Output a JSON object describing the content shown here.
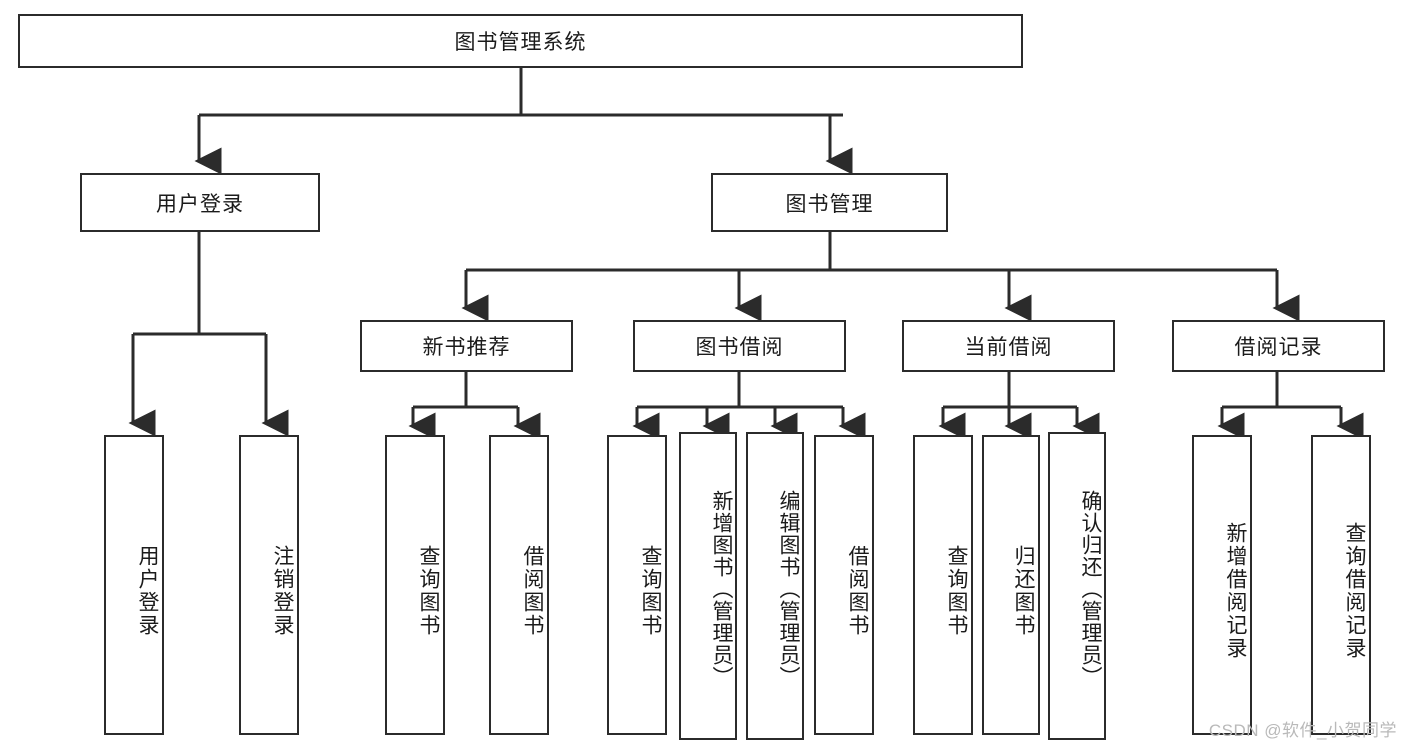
{
  "diagram": {
    "type": "tree-hierarchy-chart",
    "title": "图书管理系统",
    "colors": {
      "box_border": "#2b2b2b",
      "box_fill": "#ffffff",
      "edge": "#2b2b2b",
      "text": "#1b1b1b",
      "watermark": "#b9b9b9",
      "background": "#ffffff"
    },
    "nodes": {
      "root": {
        "label": "图书管理系统",
        "orientation": "horizontal"
      },
      "user_login": {
        "label": "用户登录",
        "orientation": "horizontal"
      },
      "book_manage": {
        "label": "图书管理",
        "orientation": "horizontal"
      },
      "new_book_rec": {
        "label": "新书推荐",
        "orientation": "horizontal"
      },
      "book_borrow": {
        "label": "图书借阅",
        "orientation": "horizontal"
      },
      "current_borrow": {
        "label": "当前借阅",
        "orientation": "horizontal"
      },
      "borrow_record": {
        "label": "借阅记录",
        "orientation": "horizontal"
      },
      "leaf_user_login": {
        "label": "用户登录",
        "orientation": "vertical"
      },
      "leaf_logout": {
        "label": "注销登录",
        "orientation": "vertical"
      },
      "leaf_query_book_1": {
        "label": "查询图书",
        "orientation": "vertical"
      },
      "leaf_borrow_book_1": {
        "label": "借阅图书",
        "orientation": "vertical"
      },
      "leaf_query_book_2": {
        "label": "查询图书",
        "orientation": "vertical"
      },
      "leaf_add_book": {
        "label": "新增图书（管理员）",
        "orientation": "vertical"
      },
      "leaf_edit_book": {
        "label": "编辑图书（管理员）",
        "orientation": "vertical"
      },
      "leaf_borrow_book_2": {
        "label": "借阅图书",
        "orientation": "vertical"
      },
      "leaf_query_book_3": {
        "label": "查询图书",
        "orientation": "vertical"
      },
      "leaf_return_book": {
        "label": "归还图书",
        "orientation": "vertical"
      },
      "leaf_confirm_return": {
        "label": "确认归还（管理员）",
        "orientation": "vertical"
      },
      "leaf_add_record": {
        "label": "新增借阅记录",
        "orientation": "vertical"
      },
      "leaf_query_record": {
        "label": "查询借阅记录",
        "orientation": "vertical"
      }
    },
    "hierarchy": {
      "图书管理系统": {
        "用户登录": [
          "用户登录",
          "注销登录"
        ],
        "图书管理": {
          "新书推荐": [
            "查询图书",
            "借阅图书"
          ],
          "图书借阅": [
            "查询图书",
            "新增图书（管理员）",
            "编辑图书（管理员）",
            "借阅图书"
          ],
          "当前借阅": [
            "查询图书",
            "归还图书",
            "确认归还（管理员）"
          ],
          "借阅记录": [
            "新增借阅记录",
            "查询借阅记录"
          ]
        }
      }
    },
    "watermark": "CSDN @软件_小贺同学"
  }
}
